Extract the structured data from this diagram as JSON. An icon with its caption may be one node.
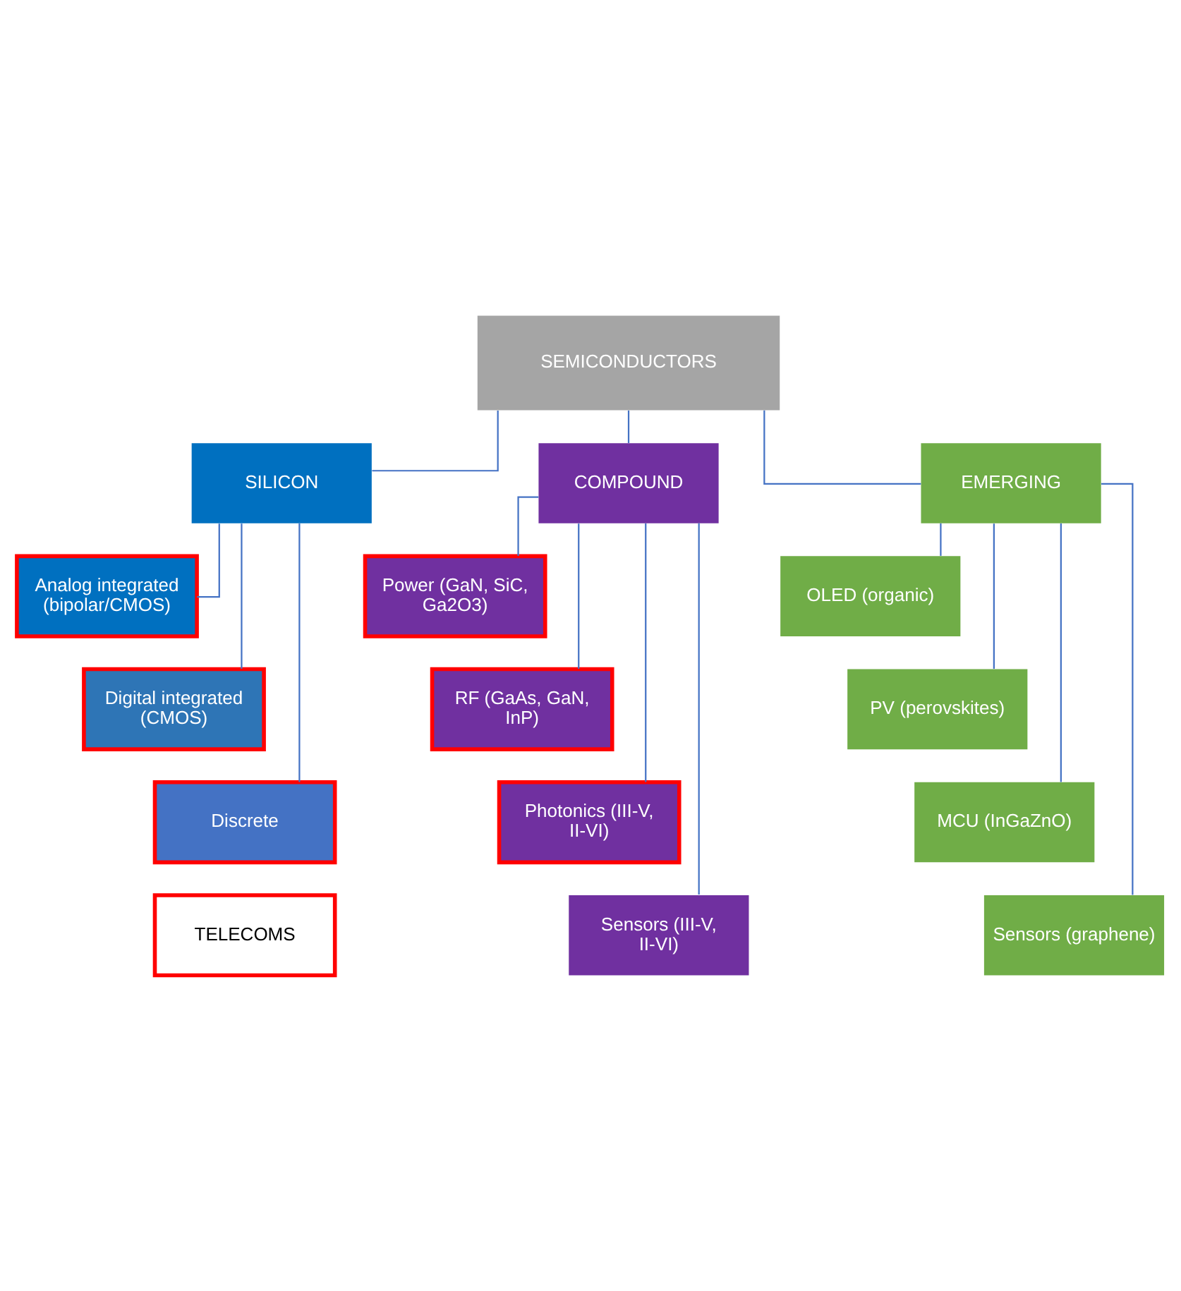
{
  "diagram": {
    "nodes": [
      {
        "text": [
          "SEMICONDUCTORS"
        ]
      },
      {
        "text": [
          "SILICON"
        ]
      },
      {
        "text": [
          "COMPOUND"
        ]
      },
      {
        "text": [
          "EMERGING"
        ]
      },
      {
        "text": [
          "Analog integrated (bipolar/CMOS)"
        ]
      },
      {
        "text": [
          "Digital integrated (CMOS)"
        ]
      },
      {
        "text": [
          "Discrete"
        ]
      },
      {
        "text": [
          "Power (GaN, SiC, Ga2O3)"
        ]
      },
      {
        "text": [
          "RF (GaAs, GaN, InP)"
        ]
      },
      {
        "text": [
          "Photonics (III-V, II-VI)"
        ]
      },
      {
        "text": [
          "Sensors (III-V, II-VI)"
        ]
      },
      {
        "text": [
          "OLED (organic)"
        ]
      },
      {
        "text": [
          "PV (perovskites)"
        ]
      },
      {
        "text": [
          "MCU (InGaZnO)"
        ]
      },
      {
        "text": [
          "Sensors (graphene)"
        ]
      }
    ],
    "edges": [
      {
        "from": 0,
        "to": 1,
        "arrow": "none"
      },
      {
        "from": 0,
        "to": 2,
        "arrow": "none"
      },
      {
        "from": 0,
        "to": 3,
        "arrow": "none"
      },
      {
        "from": 1,
        "to": 4,
        "arrow": "none"
      },
      {
        "from": 1,
        "to": 5,
        "arrow": "none"
      },
      {
        "from": 1,
        "to": 6,
        "arrow": "none"
      },
      {
        "from": 2,
        "to": 7,
        "arrow": "none"
      },
      {
        "from": 2,
        "to": 8,
        "arrow": "none"
      },
      {
        "from": 2,
        "to": 9,
        "arrow": "none"
      },
      {
        "from": 2,
        "to": 10,
        "arrow": "none"
      },
      {
        "from": 3,
        "to": 11,
        "arrow": "none"
      },
      {
        "from": 3,
        "to": 12,
        "arrow": "none"
      },
      {
        "from": 3,
        "to": 13,
        "arrow": "none"
      },
      {
        "from": 3,
        "to": 14,
        "arrow": "none"
      }
    ],
    "legend": [
      {
        "text": "TELECOMS",
        "color": "#ff0000"
      }
    ]
  }
}
